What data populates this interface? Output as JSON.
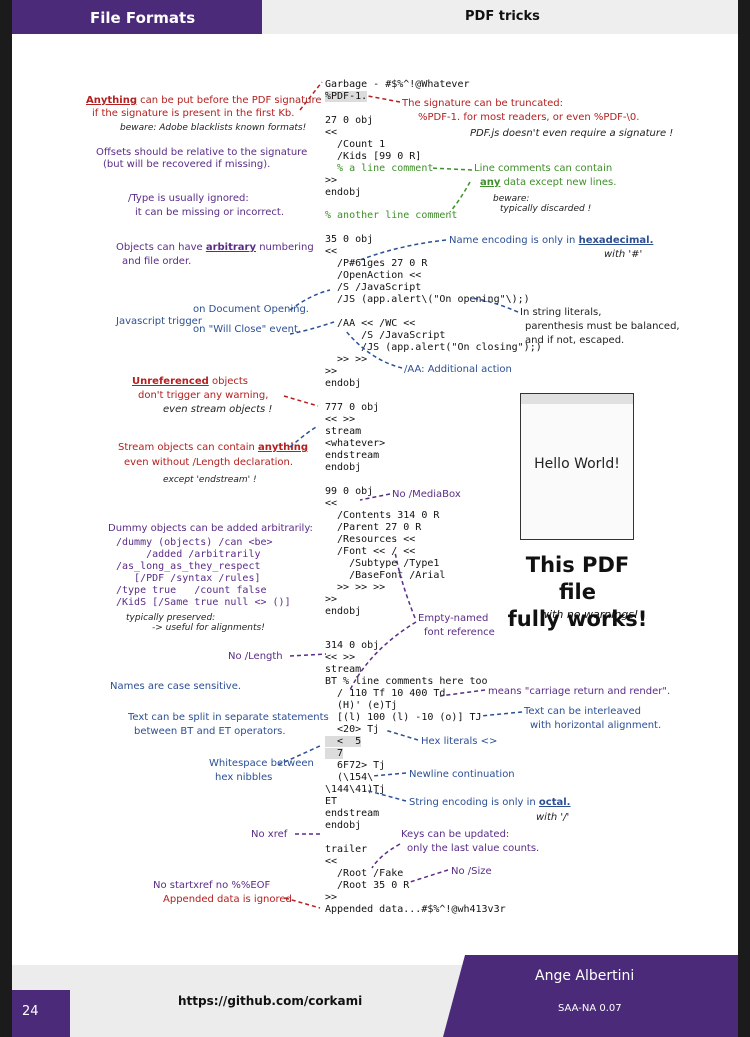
{
  "header": {
    "section": "File Formats",
    "title": "PDF tricks"
  },
  "code": [
    "Garbage - #$%^!@Whatever",
    "%PDF-1.",
    "27 0 obj",
    "<<",
    "  /Count 1",
    "  /Kids [99 0 R]",
    "  % a line comment",
    ">>",
    "endobj",
    "% another line comment",
    "35 0 obj",
    "<<",
    "  /P#61ges 27 0 R",
    "  /OpenAction <<",
    "  /S /JavaScript",
    "  /JS (app.alert\\(\"On opening\"\\);)",
    "  /AA << /WC <<",
    "      /S /JavaScript",
    "      /JS (app.alert(\"On closing\");)",
    "  >> >>",
    ">>",
    "endobj",
    "777 0 obj",
    "<< >>",
    "stream",
    "<whatever>",
    "endstream",
    "endobj",
    "99 0 obj",
    "<<",
    "  /Contents 314 0 R",
    "  /Parent 27 0 R",
    "  /Resources <<",
    "  /Font << / <<",
    "    /Subtype /Type1",
    "    /BaseFont /Arial",
    "  >> >> >>",
    ">>",
    "endobj",
    "314 0 obj",
    "<< >>",
    "stream",
    "BT % line comments here too",
    "  / 110 Tf 10 400 Td",
    "  (H)' (e)Tj",
    "  [(l) 100 (l) -10 (o)] TJ",
    "  <20> Tj",
    "  <  5",
    "  7",
    "  6F72> Tj",
    "  (\\154\\",
    "\\144\\41)Tj",
    "ET",
    "endstream",
    "endobj",
    "trailer",
    "<<",
    "  /Root /Fake",
    "  /Root 35 0 R",
    ">>",
    "Appended data...#$%^!@wh413v3r"
  ],
  "annotations": {
    "a1_kw": "Anything",
    "a1_rest": " can be put before the PDF signature",
    "a1_line2": "if the signature is present in the first Kb.",
    "a1_beware": "beware: Adobe blacklists known formats!",
    "sig1": "The signature can be truncated:",
    "sig2": "%PDF-1. for most readers, or even %PDF-\\0.",
    "sig3": "PDF.js doesn't even require a signature !",
    "offsets1": "Offsets should be relative to the signature",
    "offsets2": "(but will be recovered if missing).",
    "type1": "/Type is usually ignored:",
    "type2": "it can be missing or incorrect.",
    "lc1": "Line comments can contain",
    "lc2_kw": "any",
    "lc2_rest": " data except new lines.",
    "lc3": "beware:",
    "lc4": "typically discarded !",
    "num1_a": "Objects can have ",
    "num1_kw": "arbitrary",
    "num1_b": " numbering",
    "num2": "and file order.",
    "name1": "Name encoding is only in ",
    "name1_kw": "hexadecimal.",
    "name2": "with '#'",
    "js_trig": "Javascript trigger",
    "js_open": "on Document Opening.",
    "js_close": "on \"Will Close\" event.",
    "str1": "In string literals,",
    "str2": "parenthesis must be balanced,",
    "str3": "and if not, escaped.",
    "aa": "/AA: Additional action",
    "unref_kw": "Unreferenced",
    "unref_rest": " objects",
    "unref2": "don't trigger any warning,",
    "unref3": "even stream objects !",
    "stream1_a": "Stream objects can contain ",
    "stream1_kw": "anything",
    "stream2": "even without /Length declaration.",
    "stream3": "except 'endstream' !",
    "nomedia": "No /MediaBox",
    "dummy1": "Dummy objects can be added arbitrarily:",
    "dummy_code": "/dummy (objects) /can <be>\n     /added /arbitrarily\n/as_long_as_they_respect\n   [/PDF /syntax /rules]\n/type true   /count false\n/KidS [/Same true null <> ()]",
    "dummy2": "typically preserved:",
    "dummy3": "-> useful for alignments!",
    "empty1": "Empty-named",
    "empty2": "font reference",
    "nolength": "No /Length",
    "case": "Names are case sensitive.",
    "crr": "means \"carriage return and render\".",
    "split1": "Text can be split in separate statements",
    "split2": "between BT and ET operators.",
    "inter1": "Text can be interleaved",
    "inter2": "with horizontal alignment.",
    "hexlit": "Hex literals <>",
    "ws1": "Whitespace between",
    "ws2": "hex nibbles",
    "newline": "Newline continuation",
    "oct1": "String encoding is only in ",
    "oct_kw": "octal.",
    "oct2": "with '/'",
    "noxref": "No xref",
    "keys1": "Keys can be updated:",
    "keys2": "only the last value counts.",
    "nosize": "No /Size",
    "nostart": "No startxref  no %%EOF",
    "appended": "Appended data is ignored"
  },
  "screenshot": {
    "text": "Hello World!"
  },
  "works": {
    "line1": "This PDF file",
    "line2": "fully works!",
    "sub": "with no warnings!"
  },
  "footer": {
    "page": "24",
    "url": "https://github.com/corkami",
    "author": "Ange Albertini",
    "version": "SAA-NA 0.07"
  },
  "colors": {
    "accent": "#4b2a7a",
    "red": "#b3201f",
    "blue": "#2c4f94",
    "green": "#3f8f2a",
    "purple": "#5a2c87"
  }
}
